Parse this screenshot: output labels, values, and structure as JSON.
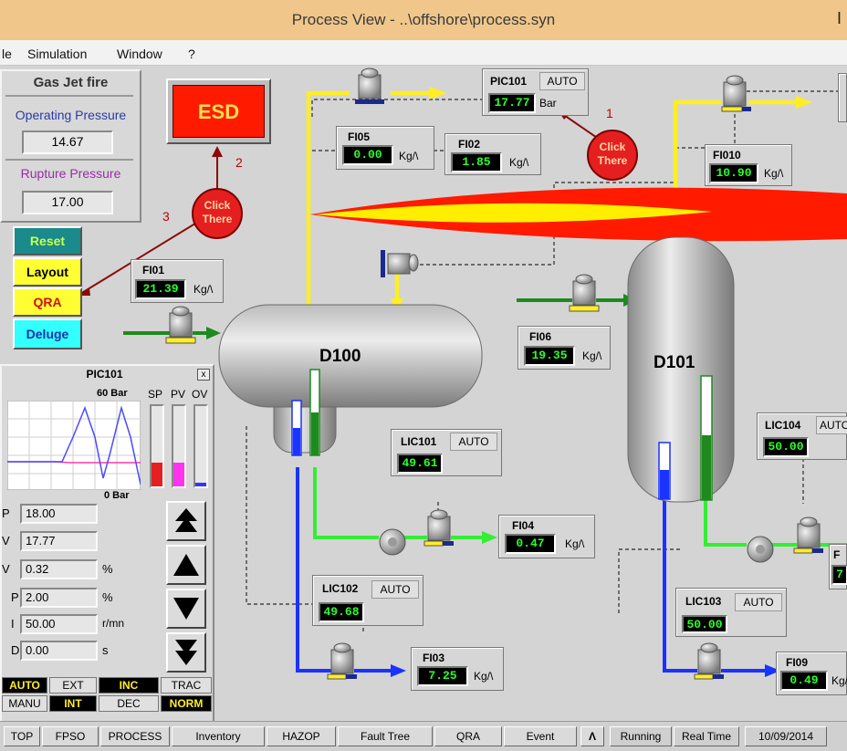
{
  "window": {
    "title": "Process View - ..\\offshore\\process.syn",
    "minimize_glyph": "I"
  },
  "menu": [
    "le",
    "Simulation",
    "Window",
    "?"
  ],
  "scenario": {
    "title": "Gas Jet fire",
    "op_label": "Operating Pressure",
    "op_value": "14.67",
    "rp_label": "Rupture Pressure",
    "rp_value": "17.00"
  },
  "esd": {
    "label": "ESD"
  },
  "buttons": {
    "reset": "Reset",
    "layout": "Layout",
    "qra": "QRA",
    "deluge": "Deluge"
  },
  "callouts": [
    {
      "text": "Click There",
      "num": "1"
    },
    {
      "text": "Click There",
      "num": "2"
    },
    {
      "text": "Click There",
      "num": "3"
    }
  ],
  "instruments": {
    "pic101": {
      "tag": "PIC101",
      "mode": "AUTO",
      "value": "17.77",
      "unit": "Bar"
    },
    "fi05": {
      "tag": "FI05",
      "value": "0.00",
      "unit": "Kg/\\"
    },
    "fi02": {
      "tag": "FI02",
      "value": "1.85",
      "unit": "Kg/\\"
    },
    "fi010": {
      "tag": "FI010",
      "value": "10.90",
      "unit": "Kg/\\"
    },
    "fi01": {
      "tag": "FI01",
      "value": "21.39",
      "unit": "Kg/\\"
    },
    "fi06": {
      "tag": "FI06",
      "value": "19.35",
      "unit": "Kg/\\"
    },
    "lic101": {
      "tag": "LIC101",
      "mode": "AUTO",
      "value": "49.61"
    },
    "lic104": {
      "tag": "LIC104",
      "mode": "AUTO",
      "value": "50.00"
    },
    "fi04": {
      "tag": "FI04",
      "value": "0.47",
      "unit": "Kg/\\"
    },
    "lic102": {
      "tag": "LIC102",
      "mode": "AUTO",
      "value": "49.68"
    },
    "lic103": {
      "tag": "LIC103",
      "mode": "AUTO",
      "value": "50.00"
    },
    "fi03": {
      "tag": "FI03",
      "value": "7.25",
      "unit": "Kg/\\"
    },
    "fi09": {
      "tag": "FI09",
      "value": "0.49",
      "unit": "Kg/\\"
    },
    "f_edge": {
      "tag": "F",
      "value": "7"
    }
  },
  "vessels": {
    "d100": "D100",
    "d101": "D101"
  },
  "faceplate": {
    "title": "PIC101",
    "close": "x",
    "top_label": "60 Bar",
    "bottom_label": "0 Bar",
    "bar_labels": [
      "SP",
      "PV",
      "OV"
    ],
    "bar_levels": {
      "sp": 0.3,
      "pv": 0.3,
      "ov": 0.05
    },
    "params": [
      {
        "label": "SP",
        "value": "18.00",
        "unit": ""
      },
      {
        "label": "PV",
        "value": "17.77",
        "unit": ""
      },
      {
        "label": "OV",
        "value": "0.32",
        "unit": "%"
      },
      {
        "label": "P",
        "value": "2.00",
        "unit": "%"
      },
      {
        "label": "I",
        "value": "50.00",
        "unit": "r/mn"
      },
      {
        "label": "D",
        "value": "0.00",
        "unit": "s"
      }
    ],
    "param_prefix": [
      "SP",
      "PV",
      "OV",
      "P",
      "I",
      "D"
    ],
    "visible_prefix": [
      "P",
      "V",
      "V",
      "P",
      "I",
      "D"
    ],
    "modes_row1": [
      "AUTO",
      "EXT",
      "INC",
      "TRAC"
    ],
    "modes_row2": [
      "MANU",
      "INT",
      "DEC",
      "NORM"
    ]
  },
  "tabs": [
    "TOP",
    "FPSO",
    "PROCESS",
    "Inventory",
    "HAZOP",
    "Fault Tree",
    "QRA",
    "Event"
  ],
  "status": {
    "arrow": "Λ",
    "running": "Running",
    "realtime": "Real Time",
    "date": "10/09/2014"
  },
  "colors": {
    "gas": "#ffee22",
    "liquid": "#33ee33",
    "water": "#1a33ff",
    "oil": "#1e8a1e",
    "flame_outer": "#ff1a00",
    "flame_inner": "#ffee00",
    "esd": "#ff1a00"
  }
}
